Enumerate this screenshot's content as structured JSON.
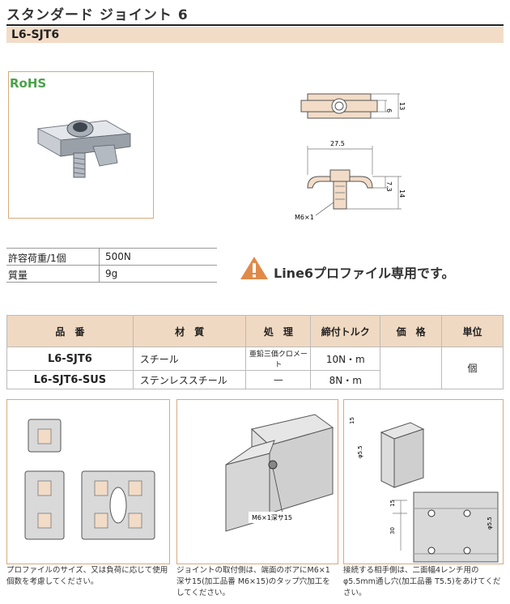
{
  "header": {
    "title": "スタンダード ジョイント 6",
    "model": "L6-SJT6"
  },
  "badge": {
    "rohs": "RoHS"
  },
  "drawing": {
    "dim_width": "27.5",
    "dim_6": "6",
    "dim_13": "13",
    "dim_7_3": "7.3",
    "dim_14": "14",
    "thread": "M6×1"
  },
  "specs": [
    {
      "label": "許容荷重/1個",
      "value": "500N"
    },
    {
      "label": "質量",
      "value": "9g"
    }
  ],
  "notice": {
    "text": "Line6プロファイル専用です。"
  },
  "table": {
    "headers": [
      "品　番",
      "材　質",
      "処　理",
      "締付トルク",
      "価　格",
      "単位"
    ],
    "rows": [
      {
        "part": "L6-SJT6",
        "material": "スチール",
        "finish": "亜鉛三価クロメート",
        "torque": "10N・m"
      },
      {
        "part": "L6-SJT6-SUS",
        "material": "ステンレススチール",
        "finish": "—",
        "torque": "8N・m"
      }
    ],
    "price": "",
    "unit": "個"
  },
  "panels": {
    "middle_label": "M6×1深サ15",
    "right_dims": {
      "d15_top": "15",
      "phi_top": "φ5.5",
      "d15": "15",
      "d30": "30",
      "phi": "φ5.5"
    }
  },
  "captions": {
    "left": "プロファイルのサイズ、又は負荷に応じて使用個数を考慮してください。",
    "middle": "ジョイントの取付側は、端面のボアにM6×1深サ15(加工品番 M6×15)のタップ穴加工をしてください。",
    "right": "接続する相手側は、二面幅4レンチ用のφ5.5mm通し穴(加工品番 T5.5)をあけてください。"
  },
  "colors": {
    "accent": "#f2dcc7",
    "border": "#d9a97c",
    "warning": "#e08a4a",
    "rohs": "#4aa24a"
  }
}
